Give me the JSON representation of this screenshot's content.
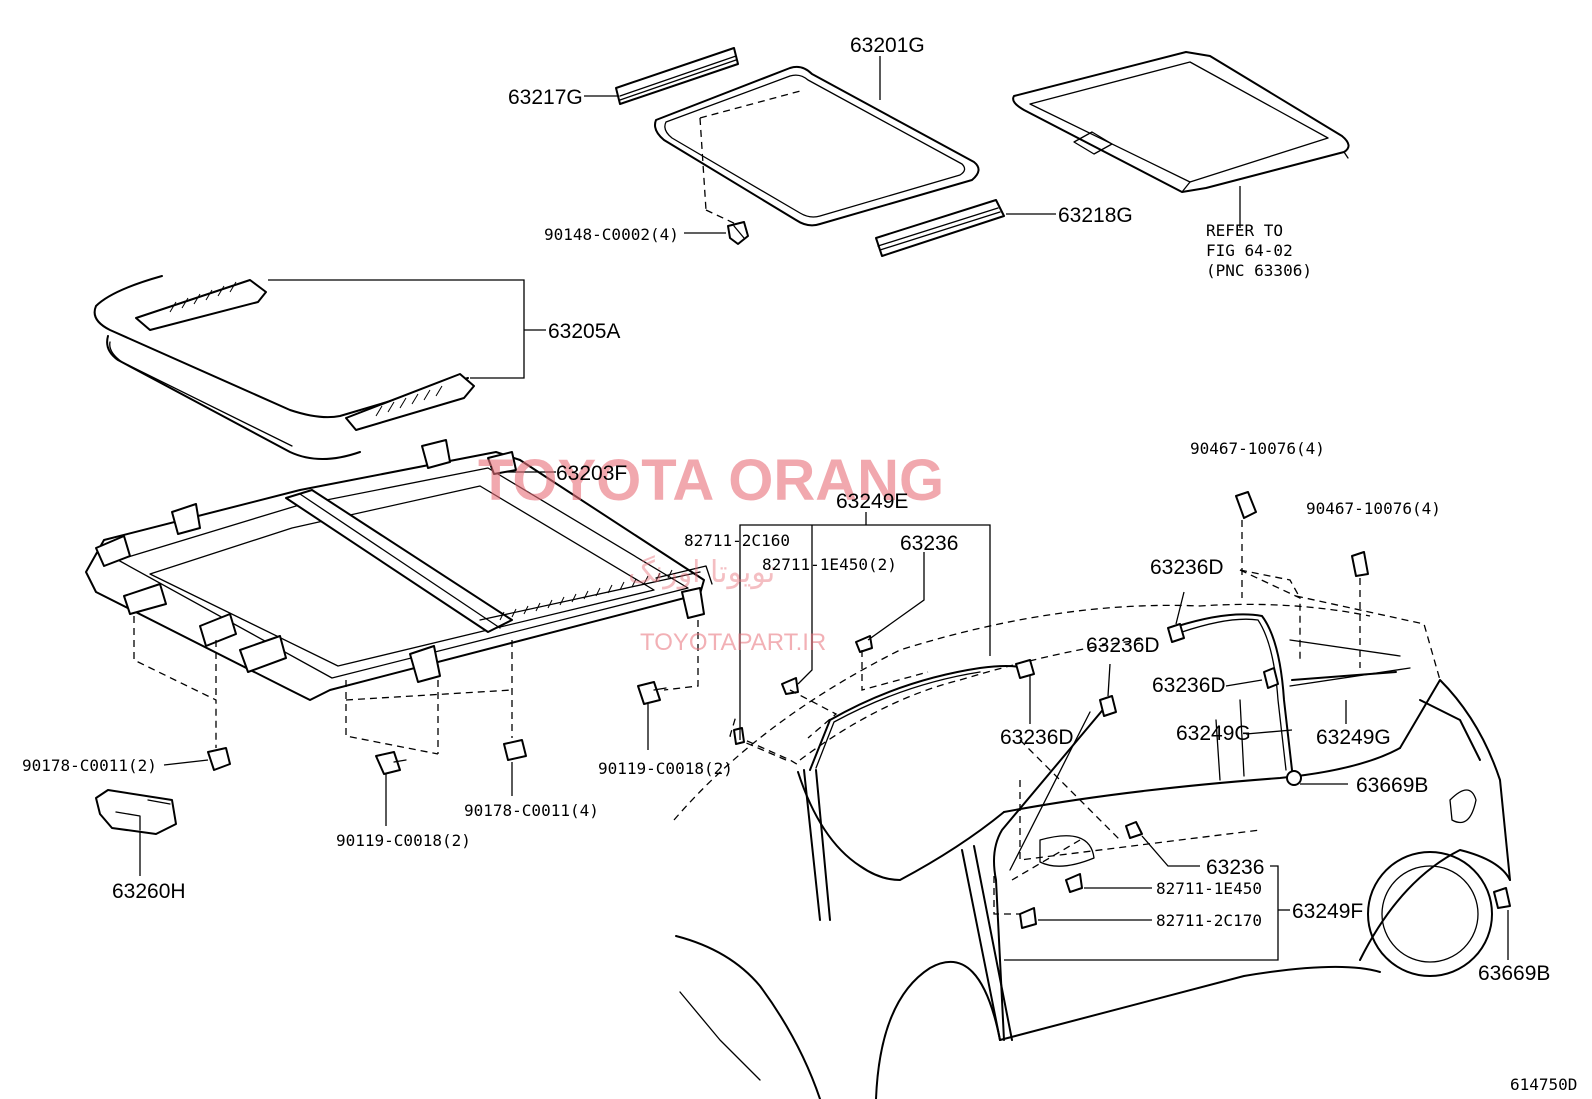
{
  "labels": {
    "p63201G": "63201G",
    "p63217G": "63217G",
    "p90148": "90148-C0002(4)",
    "p63218G": "63218G",
    "refer1": "REFER TO",
    "refer2": "FIG 64-02",
    "refer3": "(PNC 63306)",
    "p63205A": "63205A",
    "p63203F": "63203F",
    "p63249E": "63249E",
    "p82711_2C160": "82711-2C160",
    "p63236_top": "63236",
    "p82711_1E450_2": "82711-1E450(2)",
    "p90467_a": "90467-10076(4)",
    "p90467_b": "90467-10076(4)",
    "p63236D_a": "63236D",
    "p63236D_b": "63236D",
    "p63236D_c": "63236D",
    "p63236D_d": "63236D",
    "p63249G_a": "63249G",
    "p63249G_b": "63249G",
    "p63669B_a": "63669B",
    "p63669B_b": "63669B",
    "p63236_bottom": "63236",
    "p82711_1E450": "82711-1E450",
    "p82711_2C170": "82711-2C170",
    "p63249F": "63249F",
    "p90178_left": "90178-C0011(2)",
    "p90178_mid": "90178-C0011(4)",
    "p90119_mid": "90119-C0018(2)",
    "p90119_right": "90119-C0018(2)",
    "p63260H": "63260H",
    "figure_id": "614750D"
  },
  "watermark": {
    "main": "TOYOTA ORANG",
    "persian": "تویوتا اورنگ",
    "url": "TOYOTAPART.IR"
  },
  "colors": {
    "line": "#000000",
    "watermark": "#e8707a",
    "background": "#ffffff"
  }
}
